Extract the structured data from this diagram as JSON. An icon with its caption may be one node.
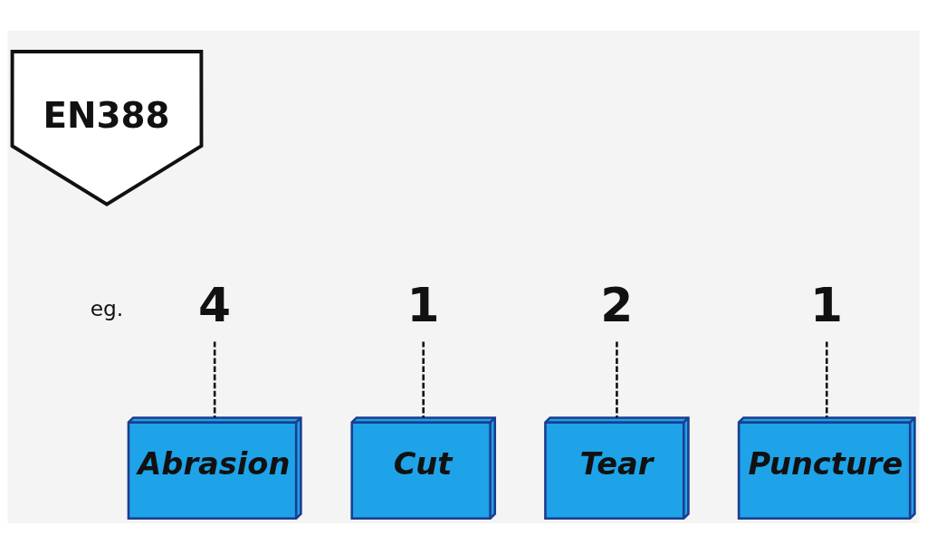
{
  "diagram": {
    "nodes": [
      {
        "text": [
          "EN388"
        ]
      },
      {
        "text": [
          "4"
        ]
      },
      {
        "text": [
          "1"
        ]
      },
      {
        "text": [
          "2"
        ]
      },
      {
        "text": [
          "1"
        ]
      },
      {
        "text": [
          "Abrasion"
        ]
      },
      {
        "text": [
          "Cut"
        ]
      },
      {
        "text": [
          "Tear"
        ]
      },
      {
        "text": [
          "Puncture"
        ]
      }
    ],
    "edges": [
      {
        "from": 1,
        "to": 5,
        "arrow": "none",
        "style": "dashed"
      },
      {
        "from": 2,
        "to": 6,
        "arrow": "none",
        "style": "dashed"
      },
      {
        "from": 3,
        "to": 7,
        "arrow": "none",
        "style": "dashed"
      },
      {
        "from": 4,
        "to": 8,
        "arrow": "none",
        "style": "dashed"
      }
    ],
    "labels": [
      "eg."
    ]
  }
}
